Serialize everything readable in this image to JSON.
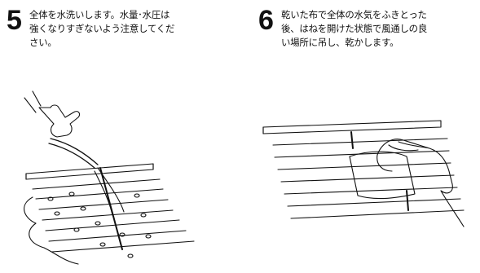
{
  "steps": [
    {
      "number": "5",
      "lines": [
        "全体を水洗いします。水量･水圧は",
        "強くなりすぎないよう注意してくだ",
        "さい。"
      ]
    },
    {
      "number": "6",
      "lines": [
        "乾いた布で全体の水気をふきとった",
        "後、はねを開けた状態で風通しの良",
        "い場所に吊し、乾かします。"
      ]
    }
  ],
  "colors": {
    "ink": "#111111",
    "background": "#ffffff"
  },
  "illustrations": [
    {
      "icon": "washing-with-hose-illustration"
    },
    {
      "icon": "wiping-with-cloth-illustration"
    }
  ]
}
